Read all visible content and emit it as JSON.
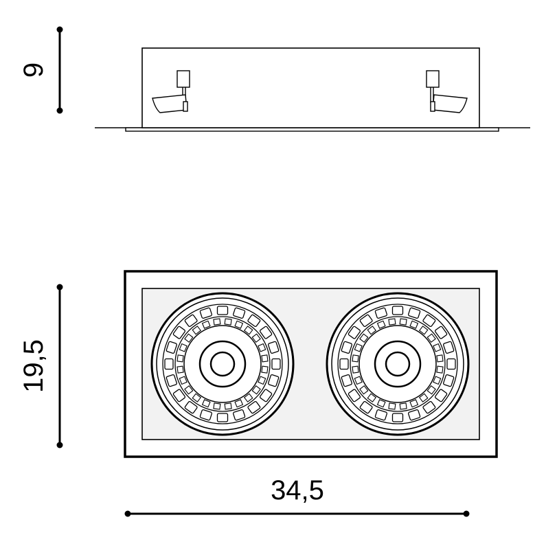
{
  "dimensions": {
    "height": "9",
    "depth": "19,5",
    "width": "34,5"
  },
  "colors": {
    "line": "#000000",
    "panel_fill": "#f2f2f2",
    "background": "#ffffff"
  },
  "views": {
    "side_view": {
      "clips": [
        "spring-clip-left",
        "spring-clip-right"
      ]
    },
    "top_view": {
      "lamp_count": 2
    }
  }
}
